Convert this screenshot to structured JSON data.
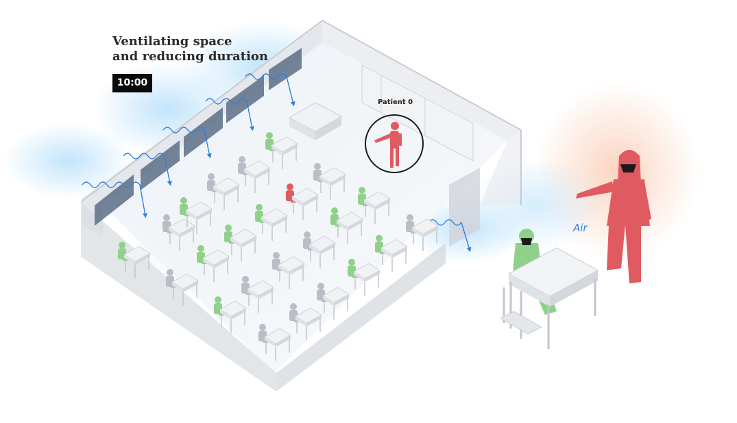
{
  "title": {
    "line1": "Ventilating space",
    "line2": "and reducing duration"
  },
  "timer": "10:00",
  "patient_label": "Patient 0",
  "air_label": "Air",
  "colors": {
    "infected": "#e05a62",
    "exposed": "#8fd18a",
    "unaffected": "#b9bec6",
    "airflow": "#2f7fe0",
    "air_glow": "#cfe8fb",
    "warm_glow": "#fbd9c7"
  },
  "icons": [
    "window-icon",
    "airflow-arrow-icon",
    "person-icon",
    "desk-icon",
    "face-mask-icon"
  ]
}
